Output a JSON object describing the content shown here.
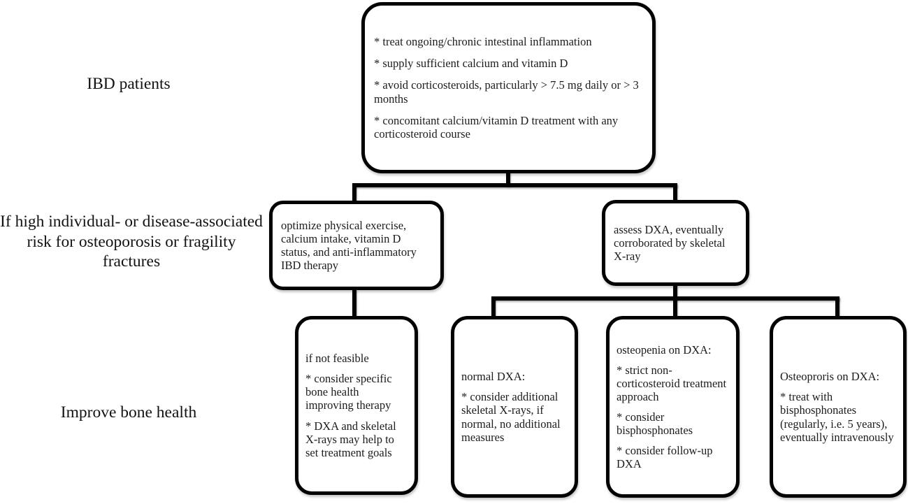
{
  "colors": {
    "background": "#ffffff",
    "box_border": "#020202",
    "box_fill": "#ffffff",
    "text": "#1c1c1c"
  },
  "row_labels": [
    "IBD patients",
    "If high individual- or disease-associated risk for osteoporosis or fragility fractures",
    "Improve bone health"
  ],
  "nodes": {
    "ibd_measures": {
      "items": [
        "* treat ongoing/chronic intestinal inflammation",
        "* supply sufficient calcium and vitamin D",
        "* avoid corticosteroids, particularly > 7.5 mg daily or > 3 months",
        "* concomitant calcium/vitamin D treatment with any corticosteroid course"
      ]
    },
    "optimize": {
      "items": [
        "optimize physical exercise, calcium intake, vitamin D status, and anti-inflammatory IBD therapy"
      ]
    },
    "assess_dxa": {
      "items": [
        "assess DXA, eventually corroborated by skeletal X-ray"
      ]
    },
    "not_feasible": {
      "items": [
        "if not feasible",
        "* consider specific bone health improving therapy",
        "* DXA and skeletal X-rays may help to set treatment goals"
      ]
    },
    "normal_dxa": {
      "items": [
        "normal DXA:",
        "* consider additional skeletal X-rays, if normal, no additional measures"
      ]
    },
    "osteopenia": {
      "items": [
        "osteopenia on DXA:",
        "* strict non-corticosteroid treatment approach",
        "* consider bisphosphonates",
        "* consider follow-up DXA"
      ]
    },
    "osteoporosis": {
      "items": [
        "Osteoproris on DXA:",
        "* treat with bisphosphonates (regularly, i.e. 5 years), eventually intravenously"
      ]
    }
  }
}
